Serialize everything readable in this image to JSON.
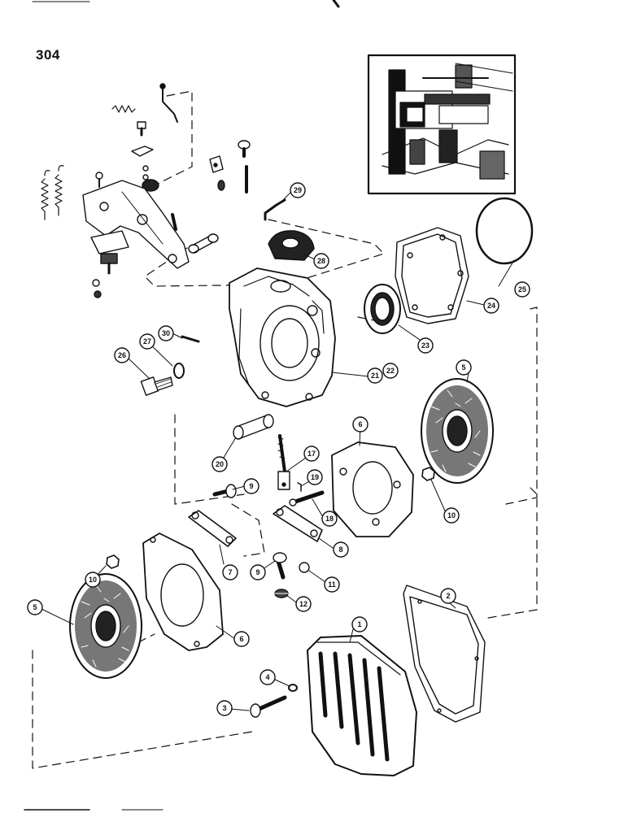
{
  "page": {
    "number": "304"
  },
  "callouts": [
    "1",
    "2",
    "3",
    "4",
    "5",
    "5",
    "6",
    "6",
    "7",
    "8",
    "9",
    "9",
    "10",
    "10",
    "11",
    "12",
    "17",
    "18",
    "19",
    "20",
    "21",
    "22",
    "23",
    "24",
    "25",
    "26",
    "27",
    "28",
    "29",
    "30"
  ],
  "colors": {
    "ink": "#111111",
    "paper": "#ffffff"
  }
}
